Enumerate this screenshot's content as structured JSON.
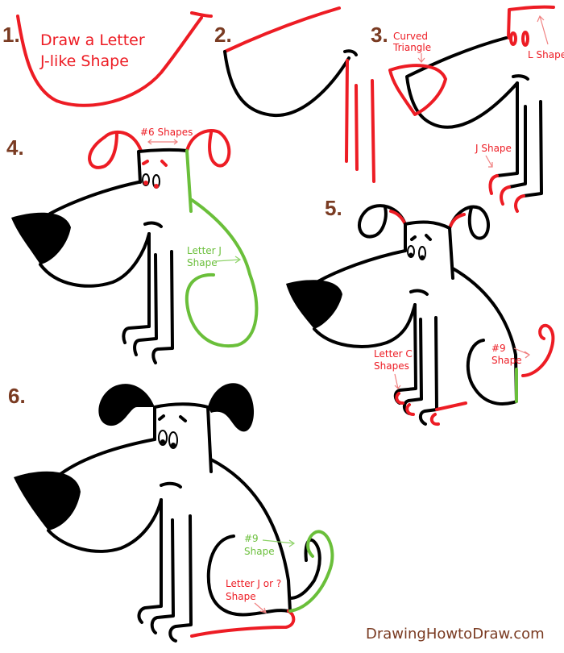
{
  "steps": [
    {
      "number": "1.",
      "labels": [
        "Draw a Letter",
        "J-like Shape"
      ]
    },
    {
      "number": "2.",
      "labels": []
    },
    {
      "number": "3.",
      "labels": [
        "Curved",
        "Triangle",
        "L Shape",
        "J  Shape"
      ]
    },
    {
      "number": "4.",
      "labels": [
        "#6 Shapes",
        "Letter J",
        "Shape"
      ]
    },
    {
      "number": "5.",
      "labels": [
        "Letter C",
        "Shapes",
        "#9",
        "Shape"
      ]
    },
    {
      "number": "6.",
      "labels": [
        "#9",
        "Shape",
        "Letter J or ?",
        "Shape"
      ]
    }
  ],
  "footer": {
    "site": "DrawingHowtoDraw.com"
  },
  "colors": {
    "step_number": "#7a3b22",
    "new_stroke": "#ed1c24",
    "highlight": "#6abf3a",
    "existing": "#000000"
  }
}
